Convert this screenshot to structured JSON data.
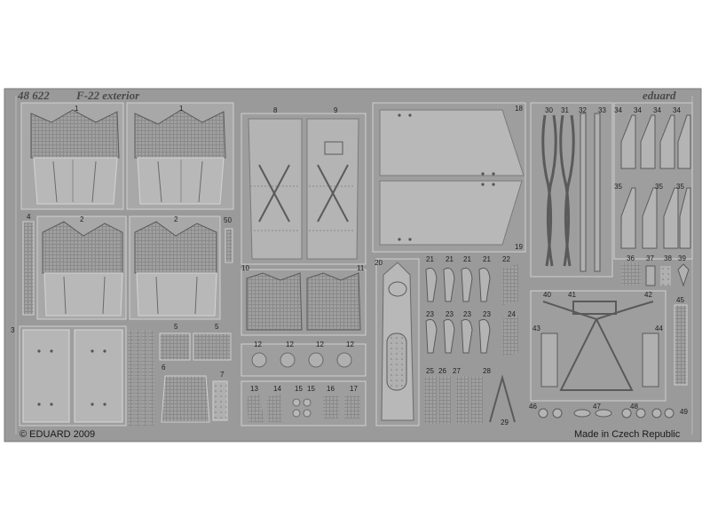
{
  "header": {
    "set_number": "48 622",
    "title": "F-22 exterior",
    "brand": "eduard"
  },
  "footer": {
    "copyright": "© EDUARD 2009",
    "origin": "Made in Czech Republic"
  },
  "colors": {
    "fret": "#9a9a9a",
    "part_face": "#b2b2b2",
    "edge_light": "#d2d2d2",
    "edge_dark": "#5a5a5a",
    "background": "#ffffff"
  },
  "part_numbers": [
    "1",
    "1",
    "2",
    "2",
    "3",
    "4",
    "5",
    "5",
    "6",
    "7",
    "8",
    "9",
    "10",
    "11",
    "12",
    "12",
    "12",
    "12",
    "13",
    "14",
    "15",
    "15",
    "16",
    "17",
    "18",
    "19",
    "20",
    "21",
    "21",
    "21",
    "21",
    "22",
    "23",
    "23",
    "23",
    "23",
    "24",
    "25",
    "26",
    "27",
    "28",
    "29",
    "30",
    "31",
    "32",
    "33",
    "34",
    "34",
    "34",
    "34",
    "35",
    "35",
    "35",
    "36",
    "37",
    "38",
    "39",
    "40",
    "41",
    "42",
    "43",
    "44",
    "45",
    "46",
    "47",
    "48",
    "49",
    "50"
  ]
}
